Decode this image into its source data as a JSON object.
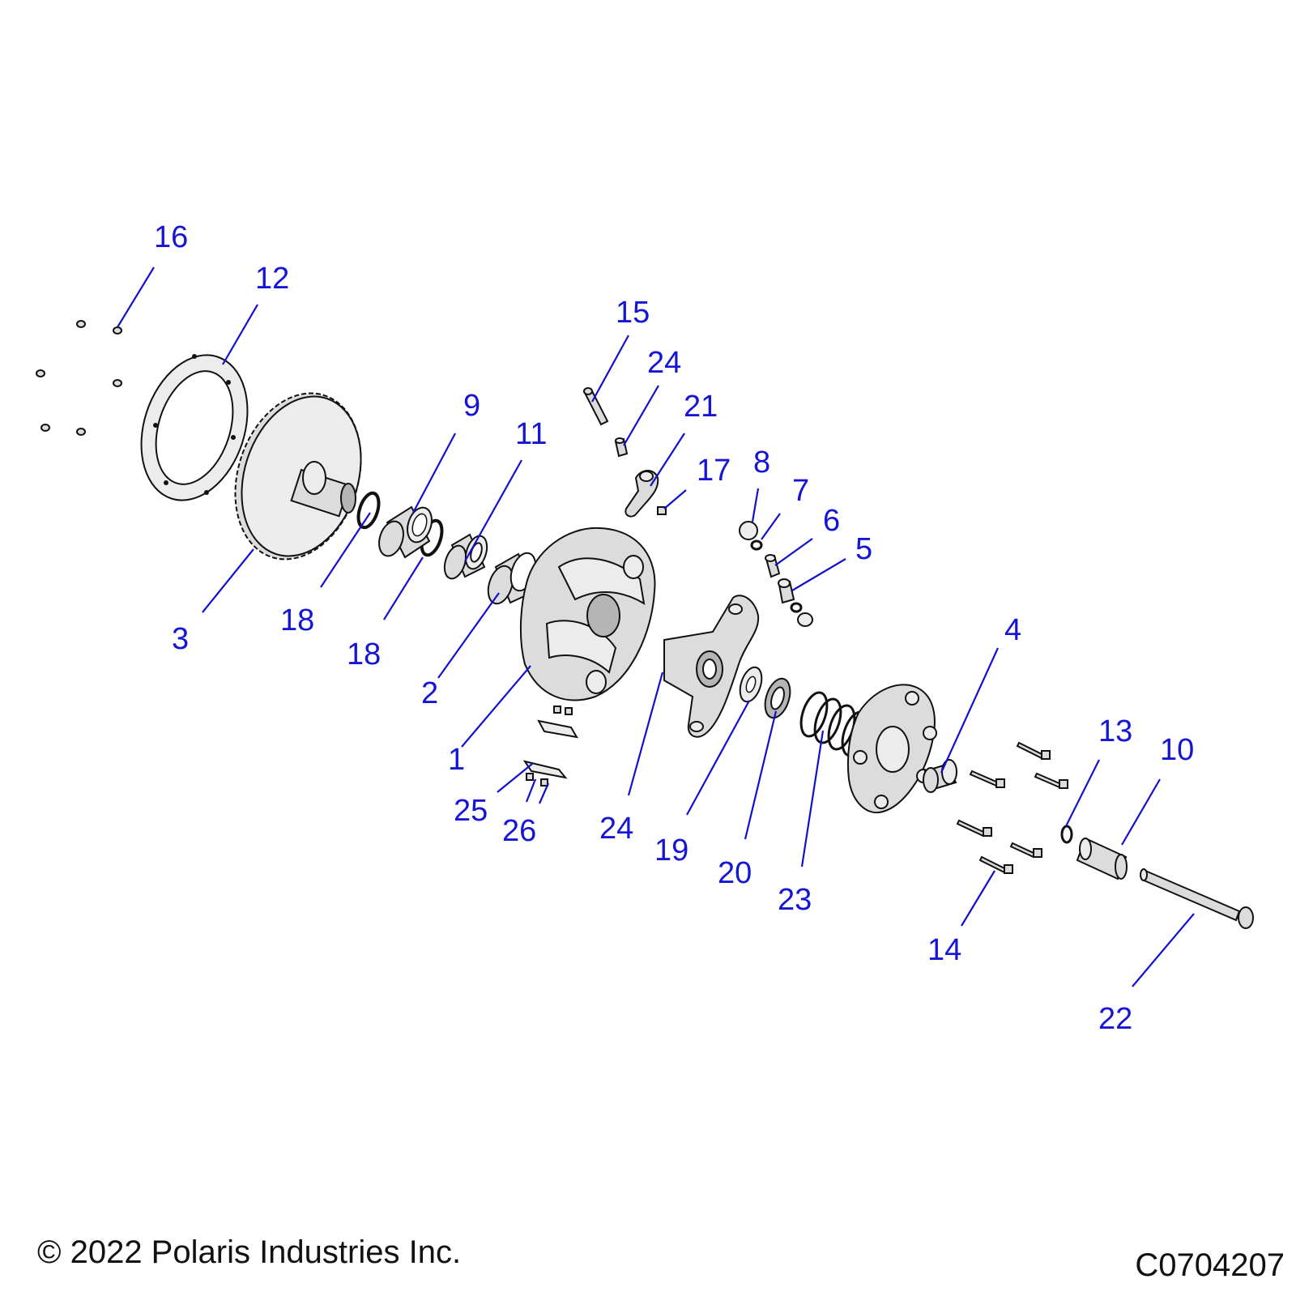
{
  "diagram": {
    "callouts": {
      "c1": "1",
      "c2": "2",
      "c3": "3",
      "c4": "4",
      "c5": "5",
      "c6": "6",
      "c7": "7",
      "c8": "8",
      "c9": "9",
      "c10": "10",
      "c11": "11",
      "c12": "12",
      "c13": "13",
      "c14": "14",
      "c15": "15",
      "c16": "16",
      "c17": "17",
      "c18a": "18",
      "c18b": "18",
      "c19": "19",
      "c20": "20",
      "c21": "21",
      "c22": "22",
      "c23": "23",
      "c24a": "24",
      "c24b": "24",
      "c25": "25",
      "c26": "26"
    },
    "callout_color": "#1515d5"
  },
  "footer": {
    "copyright": "© 2022 Polaris Industries Inc.",
    "drawing_id": "C0704207"
  }
}
